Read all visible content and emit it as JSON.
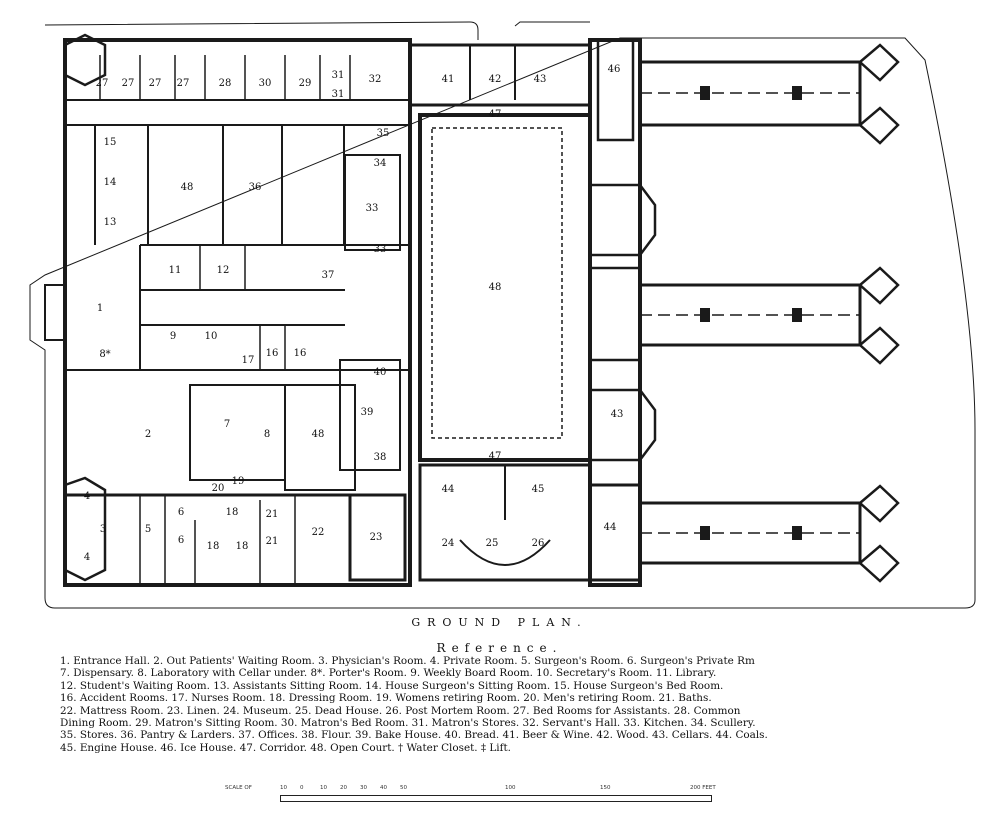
{
  "title": "GROUND PLAN.",
  "reference_heading": "Reference.",
  "legend_lines": [
    "1. Entrance Hall.  2. Out Patients' Waiting Room.  3. Physician's Room.  4. Private Room.  5. Surgeon's Room.  6. Surgeon's Private Rm",
    "7. Dispensary.  8. Laboratory with Cellar under.  8*. Porter's Room.  9. Weekly Board Room.  10. Secretary's Room.  11. Library.",
    "12. Student's Waiting Room.  13. Assistants Sitting Room.  14. House Surgeon's Sitting Room.  15. House Surgeon's Bed Room.",
    "16. Accident Rooms.  17. Nurses Room.  18. Dressing Room.  19. Womens retiring Room.  20. Men's retiring Room.  21. Baths.",
    "22. Mattress Room.  23. Linen.  24. Museum.  25. Dead House.  26. Post Mortem Room.  27. Bed Rooms for Assistants.  28. Common",
    "Dining Room.  29. Matron's Sitting Room.  30. Matron's Bed Room.  31. Matron's Stores.  32. Servant's Hall.  33. Kitchen.  34. Scullery.",
    "35. Stores.  36. Pantry & Larders.  37. Offices.  38. Flour.  39. Bake House.  40. Bread.  41. Beer & Wine.  42. Wood.  43. Cellars.  44. Coals.",
    "45. Engine House.  46. Ice House.  47. Corridor.  48. Open Court.  † Water Closet.  ‡ Lift."
  ],
  "scale": {
    "label": "SCALE OF",
    "ticks": [
      "10",
      "0",
      "10",
      "20",
      "30",
      "40",
      "50",
      "100",
      "150",
      "200 FEET"
    ]
  },
  "room_labels": [
    "27",
    "27",
    "27",
    "27",
    "28",
    "30",
    "29",
    "31",
    "31",
    "32",
    "41",
    "42",
    "43",
    "46",
    "35",
    "34",
    "33",
    "33",
    "37",
    "15",
    "14",
    "13",
    "48",
    "36",
    "11",
    "12",
    "1",
    "8*",
    "9",
    "10",
    "17",
    "16",
    "16",
    "40",
    "39",
    "38",
    "2",
    "7",
    "8",
    "48",
    "20",
    "19",
    "18",
    "21",
    "21",
    "22",
    "23",
    "3",
    "5",
    "6",
    "6",
    "18",
    "18",
    "4",
    "4",
    "24",
    "25",
    "26",
    "44",
    "45",
    "44",
    "47",
    "47",
    "48",
    "43"
  ],
  "colors": {
    "ink": "#111111",
    "paper": "#ffffff",
    "wall": "#1a1a1a"
  }
}
